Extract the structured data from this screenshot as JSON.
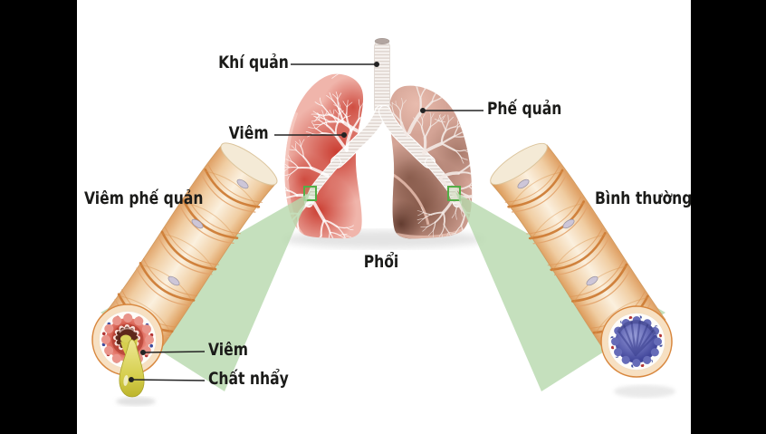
{
  "page": {
    "background": "#ffffff",
    "side_bar_color": "#000000"
  },
  "labels": {
    "trachea": "Khí quản",
    "inflammation_upper": "Viêm",
    "bronchus": "Phế quản",
    "bronchitis": "Viêm phế quản",
    "normal": "Bình thường",
    "lungs": "Phổi",
    "inflammation_lower": "Viêm",
    "mucus": "Chất nhẩy"
  },
  "colors": {
    "inflamed_lung_red": "#c8372b",
    "healthy_lung_pink": "#f0b5ab",
    "right_lung_brown": "#b98877",
    "tube_cream": "#f7e4c9",
    "tube_band_orange": "#cf7d35",
    "beam_green": "#b7d8ac",
    "zoom_box_green": "#53ae46",
    "mucus_yellow": "#d6cf4f",
    "normal_airway_blue": "#5a5fae",
    "dot_red": "#b23434",
    "dot_blue": "#3b4a9e",
    "label_text": "#1b1b19"
  }
}
